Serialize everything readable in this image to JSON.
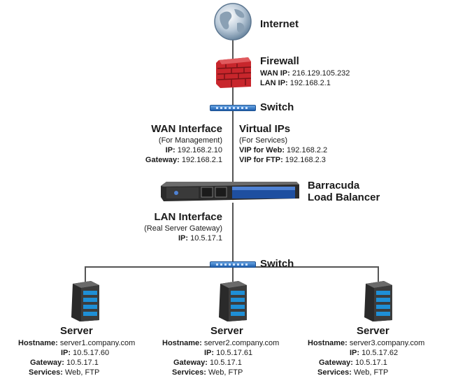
{
  "internet": {
    "label": "Internet"
  },
  "firewall": {
    "label": "Firewall",
    "wan_key": "WAN IP:",
    "wan_val": " 216.129.105.232",
    "lan_key": "LAN IP:",
    "lan_val": " 192.168.2.1"
  },
  "switch_top": {
    "label": "Switch"
  },
  "wan_interface": {
    "title": "WAN Interface",
    "subtitle": "(For Management)",
    "ip_key": "IP:",
    "ip_val": " 192.168.2.10",
    "gw_key": "Gateway:",
    "gw_val": " 192.168.2.1"
  },
  "virtual_ips": {
    "title": "Virtual IPs",
    "subtitle": "(For Services)",
    "web_key": "VIP for Web:",
    "web_val": " 192.168.2.2",
    "ftp_key": "VIP for FTP:",
    "ftp_val": " 192.168.2.3"
  },
  "load_balancer": {
    "line1": "Barracuda",
    "line2": "Load Balancer"
  },
  "lan_interface": {
    "title": "LAN Interface",
    "subtitle": "(Real Server Gateway)",
    "ip_key": "IP:",
    "ip_val": " 10.5.17.1"
  },
  "switch_bottom": {
    "label": "Switch"
  },
  "servers": [
    {
      "label": "Server",
      "host_key": "Hostname:",
      "host_val": " server1.company.com",
      "ip_key": "IP:",
      "ip_val": " 10.5.17.60",
      "gw_key": "Gateway:",
      "gw_val": " 10.5.17.1",
      "svc_key": "Services:",
      "svc_val": " Web, FTP"
    },
    {
      "label": "Server",
      "host_key": "Hostname:",
      "host_val": " server2.company.com",
      "ip_key": "IP:",
      "ip_val": " 10.5.17.61",
      "gw_key": "Gateway:",
      "gw_val": " 10.5.17.1",
      "svc_key": "Services:",
      "svc_val": " Web, FTP"
    },
    {
      "label": "Server",
      "host_key": "Hostname:",
      "host_val": " server3.company.com",
      "ip_key": "IP:",
      "ip_val": " 10.5.17.62",
      "gw_key": "Gateway:",
      "gw_val": " 10.5.17.1",
      "svc_key": "Services:",
      "svc_val": " Web, FTP"
    }
  ]
}
